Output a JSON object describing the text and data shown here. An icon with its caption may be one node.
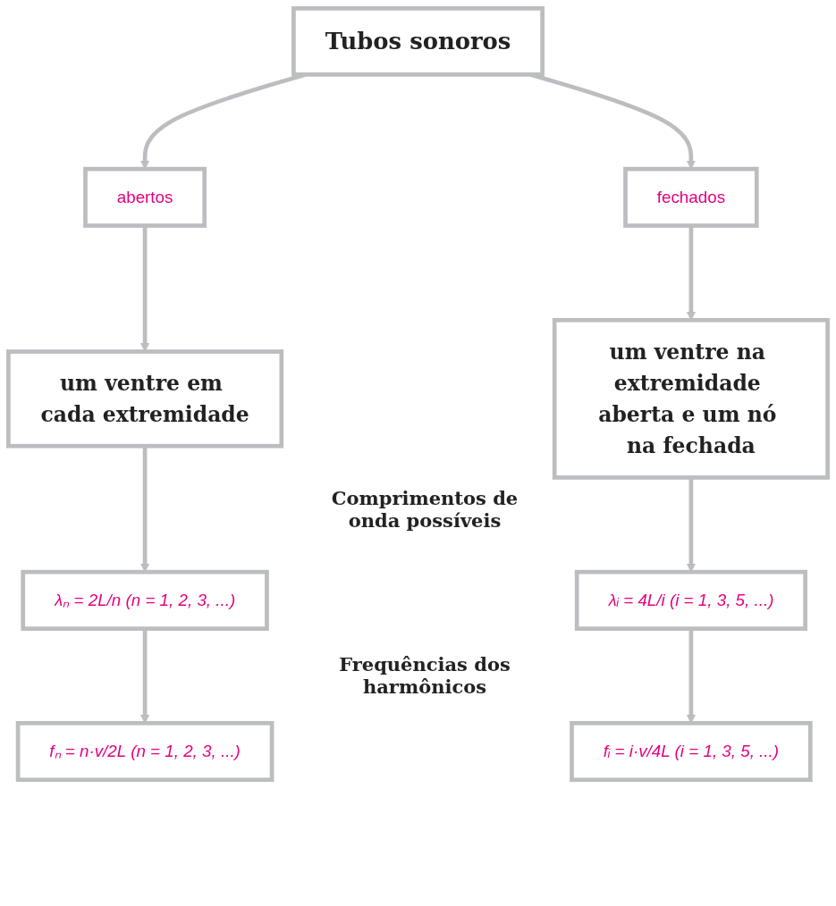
{
  "diagram": {
    "nodes": [
      {
        "text": [
          "Tubos sonoros"
        ]
      },
      {
        "text": [
          "abertos"
        ]
      },
      {
        "text": [
          "fechados"
        ]
      },
      {
        "text": [
          "um ventre em cada extremidade"
        ]
      },
      {
        "text": [
          "um ventre na extremidade aberta e um nó na fechada"
        ]
      },
      {
        "text": [
          "λₙ = 2L/n (n = 1, 2, 3, ...)"
        ]
      },
      {
        "text": [
          "λᵢ = 4L/i (i = 1, 3, 5, ...)"
        ]
      },
      {
        "text": [
          "fₙ = n·v/2L (n = 1, 2, 3, ...)"
        ]
      },
      {
        "text": [
          "fᵢ = i·v/4L (i = 1, 3, 5, ...)"
        ]
      }
    ],
    "edges": [
      {
        "from": 0,
        "to": 1,
        "arrow": "to"
      },
      {
        "from": 0,
        "to": 2,
        "arrow": "to"
      },
      {
        "from": 1,
        "to": 3,
        "arrow": "to"
      },
      {
        "from": 2,
        "to": 4,
        "arrow": "to"
      },
      {
        "from": 3,
        "to": 5,
        "arrow": "to"
      },
      {
        "from": 4,
        "to": 6,
        "arrow": "to"
      },
      {
        "from": 5,
        "to": 7,
        "arrow": "to"
      },
      {
        "from": 6,
        "to": 8,
        "arrow": "to"
      }
    ],
    "labels": [
      "Comprimentos de onda possíveis",
      "Frequências dos harmônicos"
    ]
  }
}
